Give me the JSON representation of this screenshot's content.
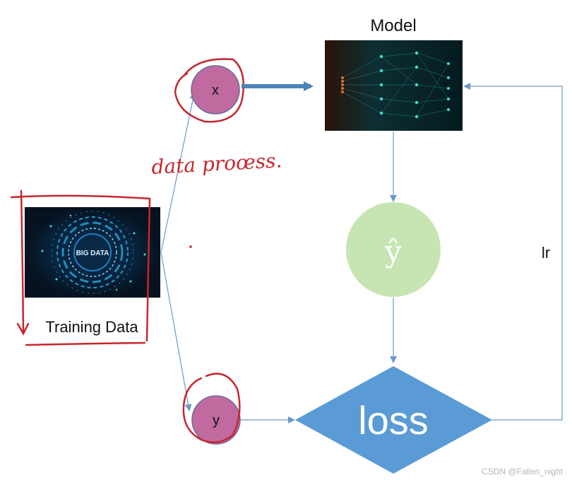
{
  "nodes": {
    "model_label": "Model",
    "training_label": "Training Data",
    "big_data_caption": "BIG DATA",
    "x_label": "x",
    "y_label": "y",
    "yhat_label": "ŷ",
    "loss_label": "loss",
    "lr_label": "lr"
  },
  "annotations": {
    "handwritten": "data proœss."
  },
  "watermark": "CSDN @Fallen_night",
  "colors": {
    "arrow": "#6a98c8",
    "node_pink": "#c06aa0",
    "yhat_green": "#c6e5b2",
    "loss_blue": "#5b9bd5",
    "ink_red": "#c7262d",
    "image_dark": "#0b1a2e",
    "network_cyan": "#2bc8c4"
  }
}
